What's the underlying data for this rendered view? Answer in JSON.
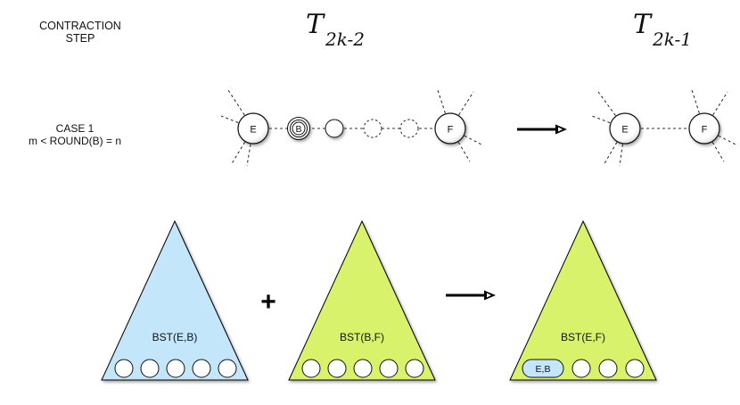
{
  "header": {
    "step_line1": "CONTRACTION",
    "step_line2": "STEP",
    "tree_before": {
      "symbol": "T",
      "subscript": "2k-2"
    },
    "tree_after": {
      "symbol": "T",
      "subscript": "2k-1"
    }
  },
  "case": {
    "line1": "CASE 1",
    "line2": "m < ROUND(B) = n"
  },
  "path_before": {
    "endpoint_left": "E",
    "endpoint_right": "F",
    "marked_node": "B",
    "node_count": 6
  },
  "path_after": {
    "endpoint_left": "E",
    "endpoint_right": "F"
  },
  "trees": {
    "left": {
      "label": "BST(E,B)",
      "color": "#c4e6fa",
      "leaf_count": 5
    },
    "operator": "+",
    "middle": {
      "label": "BST(B,F)",
      "color": "#d9f26c",
      "leaf_count": 5
    },
    "right": {
      "label": "BST(E,F)",
      "color": "#d9f26c",
      "merged_leaf": "E,B",
      "merged_leaf_color": "#c4e6fa",
      "leaf_count": 4
    }
  }
}
